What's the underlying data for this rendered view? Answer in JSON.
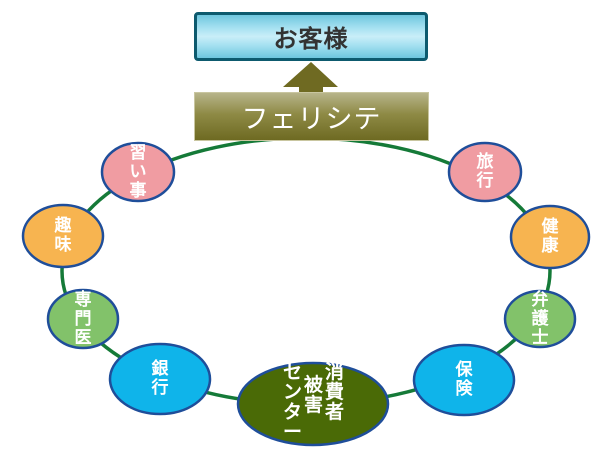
{
  "diagram": {
    "customer": {
      "label": "お客様"
    },
    "company": {
      "label": "フェリシテ"
    },
    "arrow": {
      "direction": "up",
      "from": "フェリシテ",
      "to": "お客様",
      "color": "#6f6a22"
    },
    "ring_color": "#157a38",
    "node_border_color": "#1f4e9a",
    "nodes": [
      {
        "id": "lessons",
        "chars": [
          "習",
          "い",
          "事"
        ],
        "fill": "#f09ca2"
      },
      {
        "id": "hobbies",
        "chars": [
          "趣",
          "味"
        ],
        "fill": "#f7b450"
      },
      {
        "id": "specialist",
        "chars": [
          "専",
          "門",
          "医"
        ],
        "fill": "#82c26a"
      },
      {
        "id": "bank",
        "chars": [
          "銀",
          "行"
        ],
        "fill": "#0fb4ea"
      },
      {
        "id": "consumer-center",
        "columns": [
          [
            "消",
            "費",
            "者"
          ],
          [
            "被",
            "害"
          ],
          [
            "セ",
            "ン",
            "タ",
            "ー"
          ]
        ],
        "fill": "#4a6a06"
      },
      {
        "id": "insurance",
        "chars": [
          "保",
          "険"
        ],
        "fill": "#0fb4ea"
      },
      {
        "id": "lawyer",
        "chars": [
          "弁",
          "護",
          "士"
        ],
        "fill": "#82c26a"
      },
      {
        "id": "health",
        "chars": [
          "健",
          "康"
        ],
        "fill": "#f7b450"
      },
      {
        "id": "travel",
        "chars": [
          "旅",
          "行"
        ],
        "fill": "#f09ca2"
      }
    ]
  }
}
